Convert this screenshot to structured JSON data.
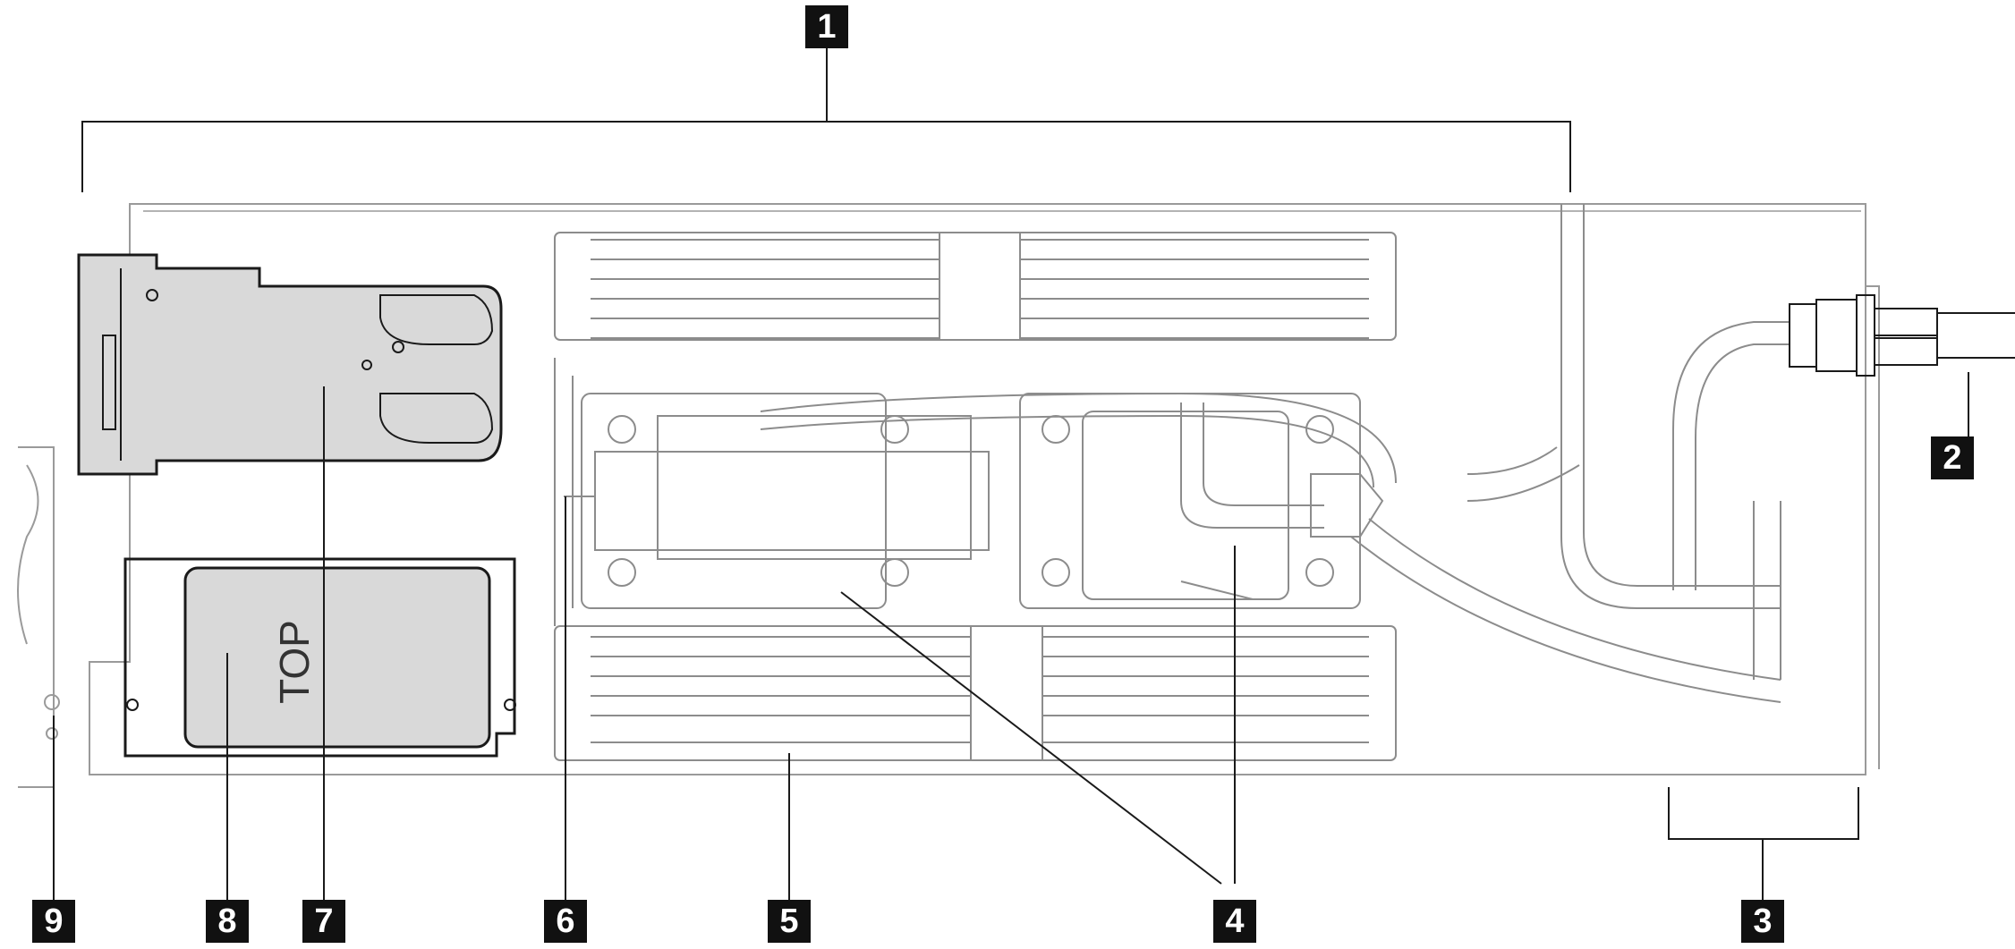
{
  "drive_label": "TOP",
  "callouts": {
    "c1": "1",
    "c2": "2",
    "c3": "3",
    "c4": "4",
    "c5": "5",
    "c6": "6",
    "c7": "7",
    "c8": "8",
    "c9": "9"
  },
  "colors": {
    "line": "#8c8c8c",
    "dark": "#1a1a1a",
    "fill": "#d9d9d9",
    "callout_bg": "#111111"
  }
}
